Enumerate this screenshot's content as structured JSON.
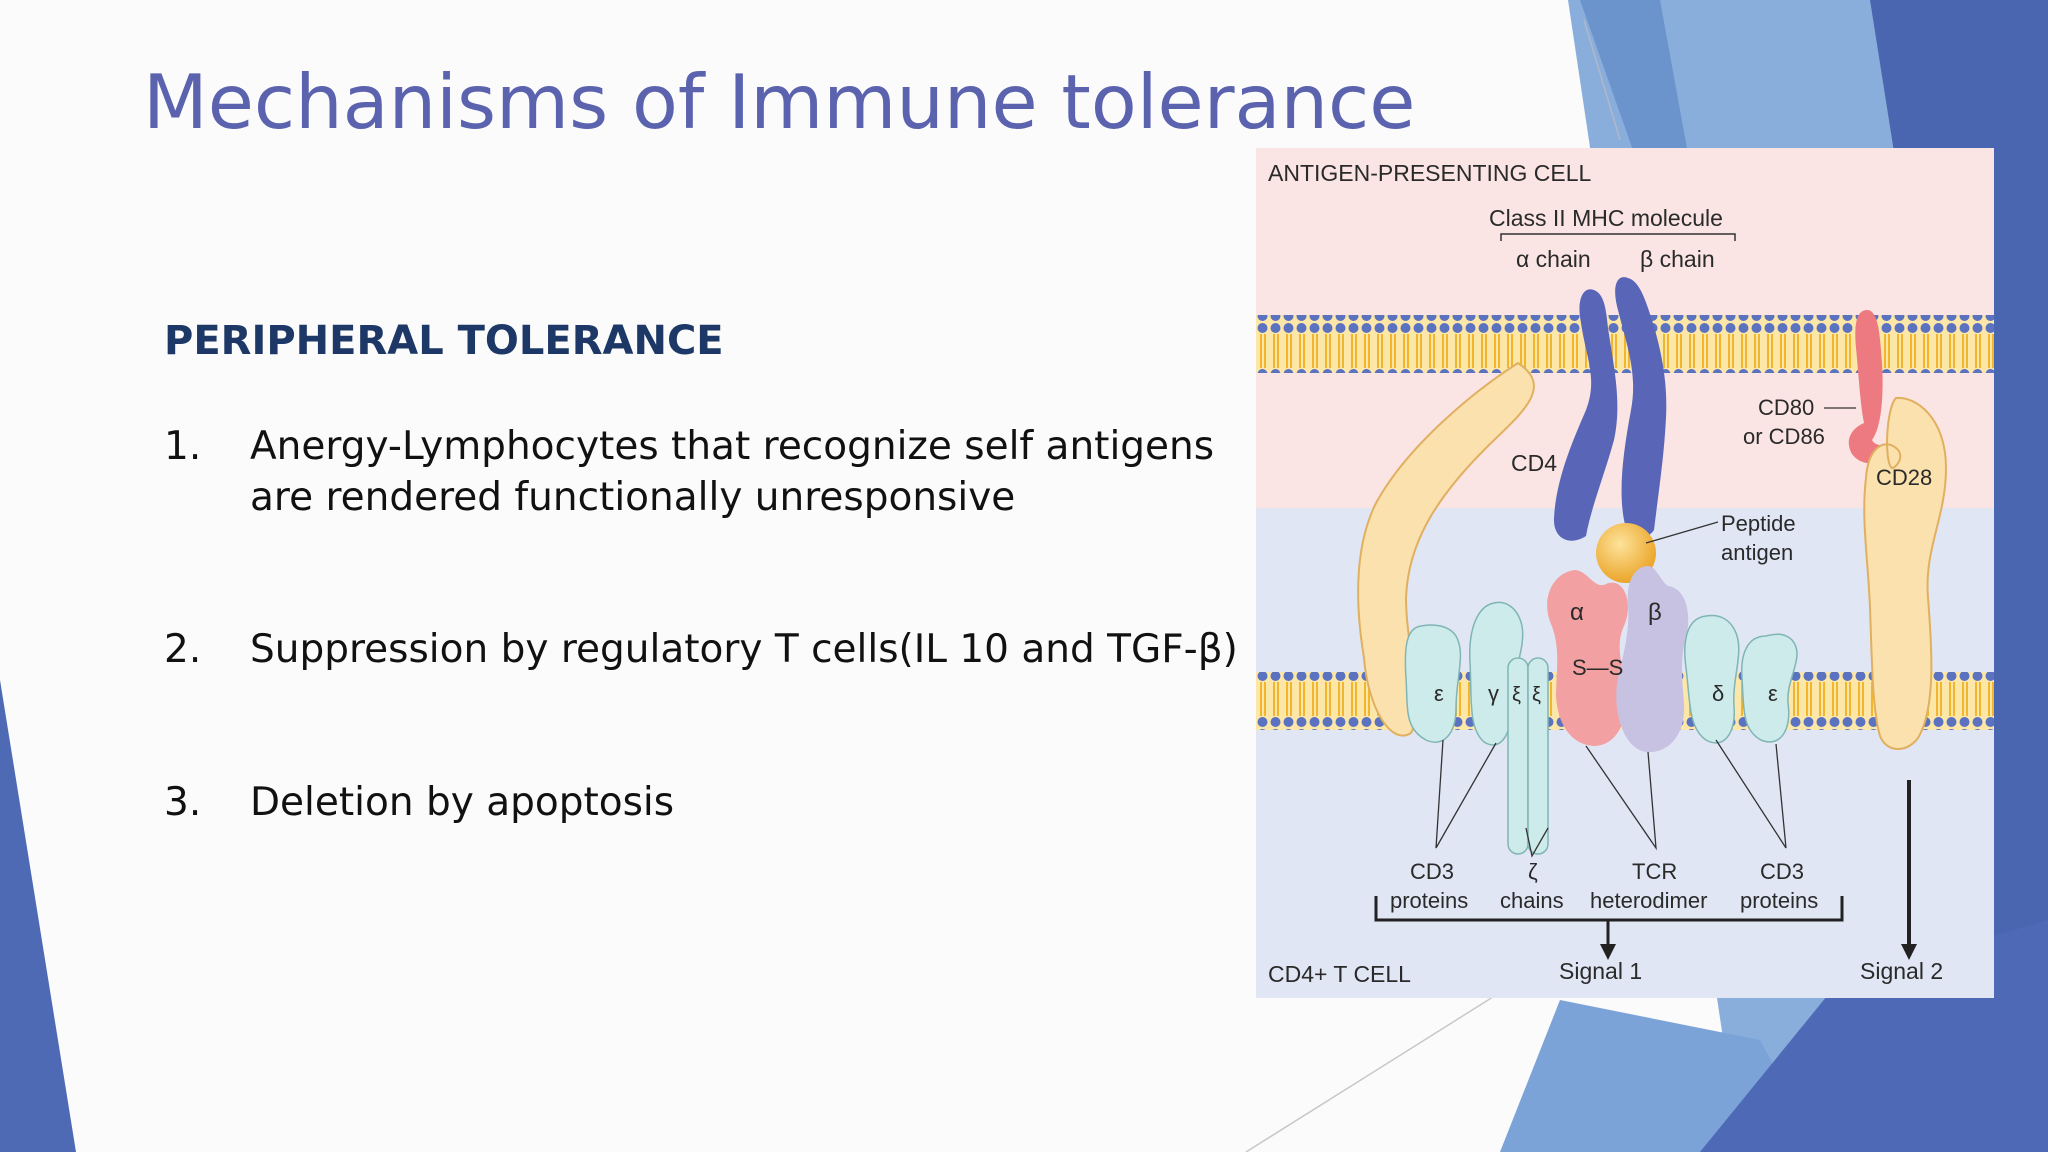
{
  "slide": {
    "title": "Mechanisms of Immune tolerance",
    "subtitle": "PERIPHERAL TOLERANCE",
    "items": [
      {
        "num": "1.",
        "lines": [
          "Anergy-Lymphocytes that recognize self antigens",
          "are rendered functionally unresponsive"
        ]
      },
      {
        "num": "2.",
        "lines": [
          "Suppression by regulatory T cells(IL 10 and TGF-β)"
        ]
      },
      {
        "num": "3.",
        "lines": [
          "Deletion by apoptosis"
        ]
      }
    ]
  },
  "figure": {
    "apc_label": "ANTIGEN-PRESENTING CELL",
    "mhc_label": "Class II MHC molecule",
    "alpha_chain": "α chain",
    "beta_chain": "β chain",
    "cd80_line1": "CD80",
    "cd80_line2": "or CD86",
    "cd4": "CD4",
    "cd28": "CD28",
    "peptide_line1": "Peptide",
    "peptide_line2": "antigen",
    "tcr_alpha": "α",
    "tcr_beta": "β",
    "disulfide": "S—S",
    "epsilon": "ε",
    "gamma": "γ",
    "xi": "ξ",
    "delta": "δ",
    "cd3_left_1": "CD3",
    "cd3_left_2": "proteins",
    "zeta_1": "ζ",
    "zeta_2": "chains",
    "tcr_1": "TCR",
    "tcr_2": "heterodimer",
    "cd3_right_1": "CD3",
    "cd3_right_2": "proteins",
    "tcell_label": "CD4+ T CELL",
    "signal1": "Signal 1",
    "signal2": "Signal 2"
  },
  "colors": {
    "title": "#5b62ae",
    "subtitle": "#1d3866",
    "apc_bg": "#fbe4e4",
    "tcell_bg": "#e1e6f5",
    "accent_blue": "#4f6fbc"
  }
}
